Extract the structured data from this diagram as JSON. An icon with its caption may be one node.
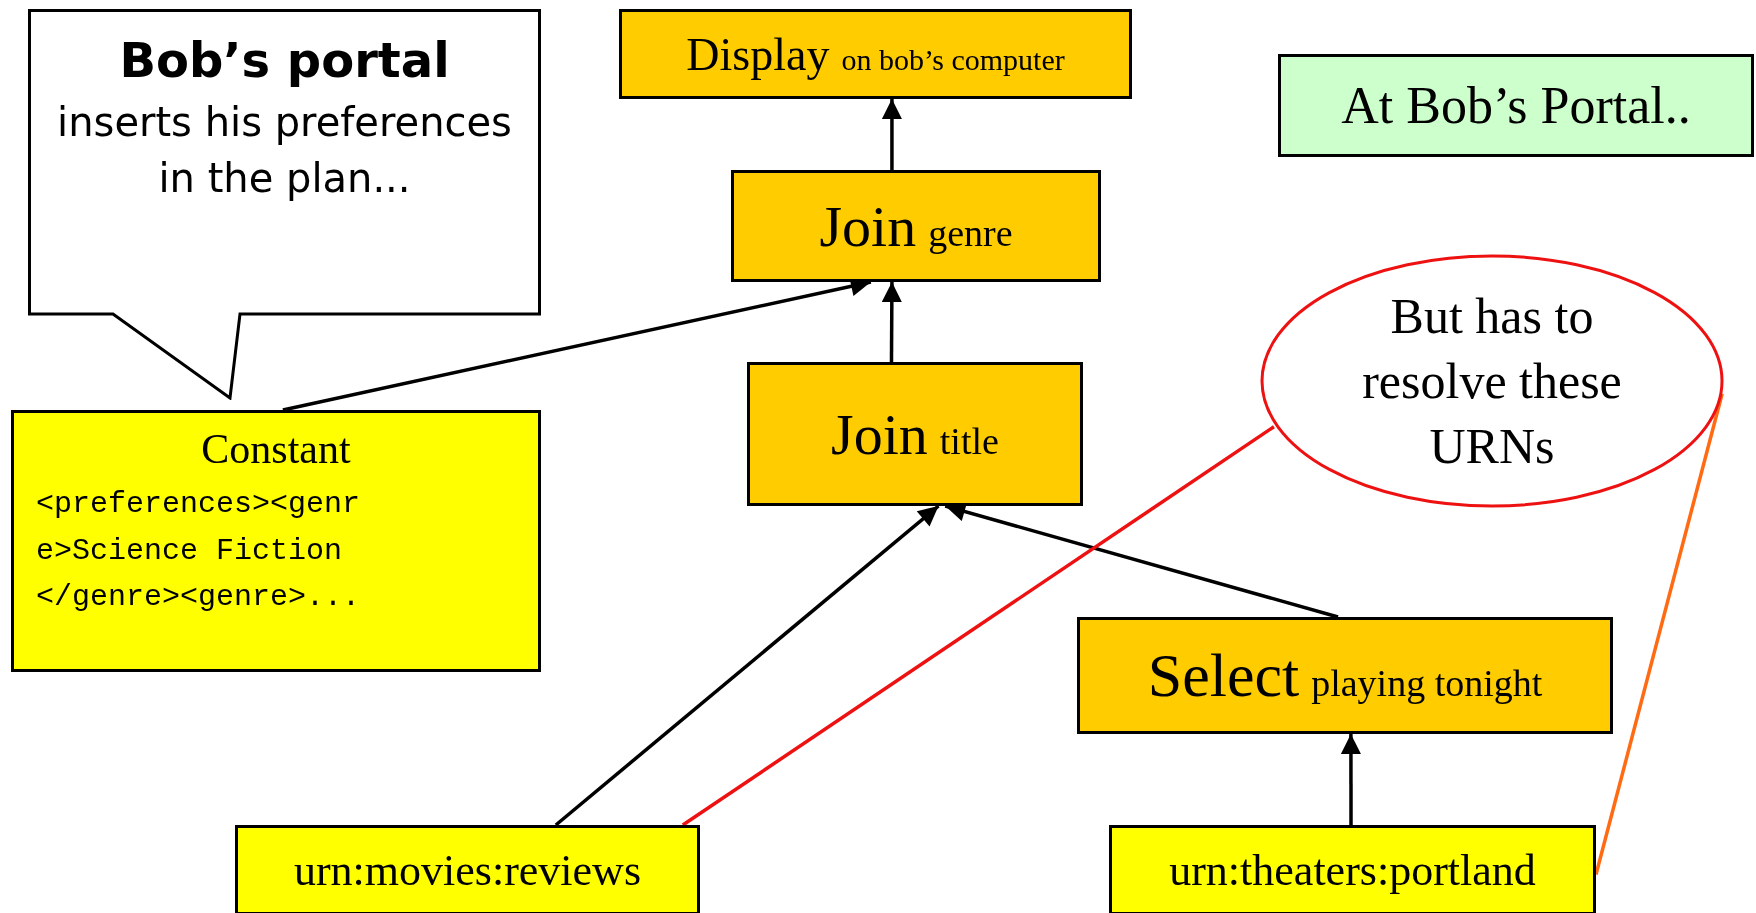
{
  "diagram": {
    "nodes": [
      {
        "text": [
          "Bob’s portal",
          "inserts his preferences in the plan..."
        ]
      },
      {
        "text": [
          "Display",
          "on bob’s computer"
        ]
      },
      {
        "text": [
          "Join",
          "genre"
        ]
      },
      {
        "text": [
          "Join",
          "title"
        ]
      },
      {
        "text": [
          "At Bob’s Portal.."
        ]
      },
      {
        "text": [
          "But has to resolve these URNs"
        ]
      },
      {
        "text": [
          "Constant",
          "<preferences><genre>Science Fiction </genre><genre>..."
        ]
      },
      {
        "text": [
          "Select",
          "playing tonight"
        ]
      },
      {
        "text": [
          "urn:movies:reviews"
        ]
      },
      {
        "text": [
          "urn:theaters:portland"
        ]
      }
    ],
    "edges": [
      {
        "from": 2,
        "to": 1,
        "arrow": "to"
      },
      {
        "from": 3,
        "to": 2,
        "arrow": "to"
      },
      {
        "from": 6,
        "to": 2,
        "arrow": "to"
      },
      {
        "from": 8,
        "to": 3,
        "arrow": "to"
      },
      {
        "from": 7,
        "to": 3,
        "arrow": "to"
      },
      {
        "from": 9,
        "to": 7,
        "arrow": "to"
      },
      {
        "from": 5,
        "to": 8,
        "arrow": "none",
        "color": "#ee1111"
      },
      {
        "from": 5,
        "to": 9,
        "arrow": "none",
        "color": "#ff6a13"
      }
    ]
  }
}
